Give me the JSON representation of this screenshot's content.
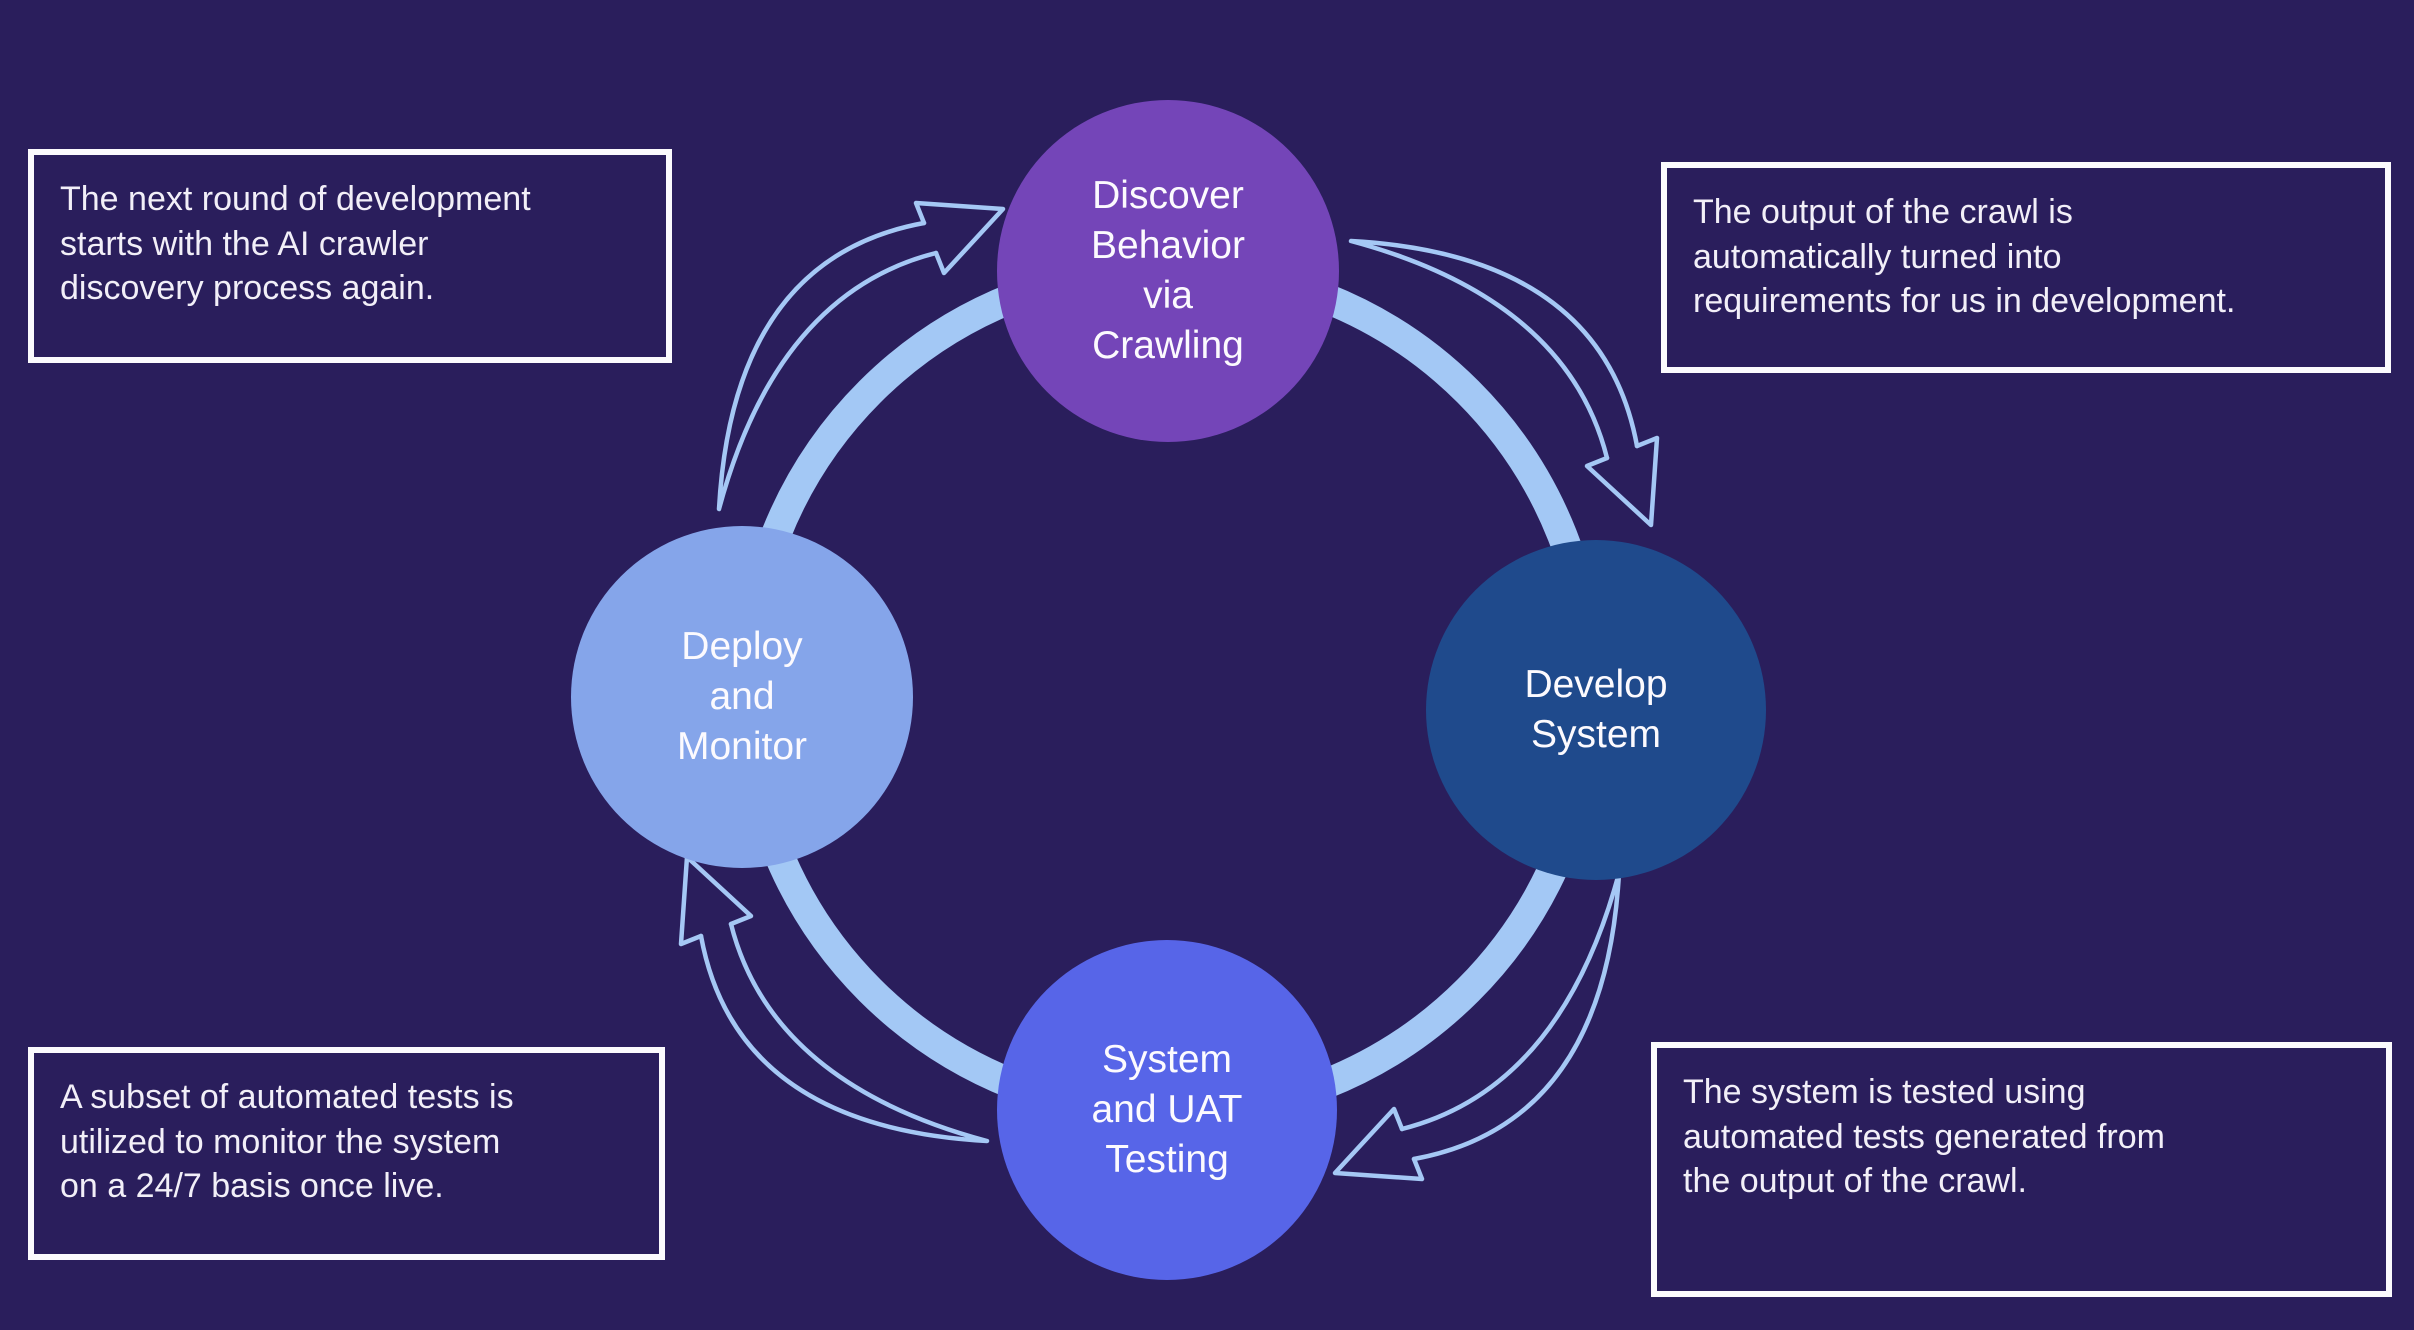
{
  "colors": {
    "background": "#2A1E5C",
    "ring": "#A3C8F5",
    "arrow": "#A5C8F5",
    "note-border": "#FBFAFD",
    "note-text": "#F2EFF8",
    "node-text": "#FCFAFE"
  },
  "cycle": {
    "nodes": [
      {
        "id": "discover",
        "label": "Discover\nBehavior\nvia\nCrawling",
        "color": "#7445B8"
      },
      {
        "id": "develop",
        "label": "Develop\nSystem",
        "color": "#1F4A8C"
      },
      {
        "id": "testing",
        "label": "System\nand UAT\nTesting",
        "color": "#5765E8"
      },
      {
        "id": "deploy",
        "label": "Deploy\nand\nMonitor",
        "color": "#85A5EA"
      }
    ]
  },
  "notes": {
    "top_left": {
      "text": "The next round of development\nstarts with the AI crawler\ndiscovery process again."
    },
    "top_right": {
      "text": "The output of the crawl is\nautomatically turned into\nrequirements for us in development."
    },
    "bottom_left": {
      "text": "A subset of automated tests is\nutilized to monitor the system\non a 24/7 basis once live."
    },
    "bottom_right": {
      "text": "The system is tested using\nautomated tests generated from\nthe output of the crawl."
    }
  }
}
